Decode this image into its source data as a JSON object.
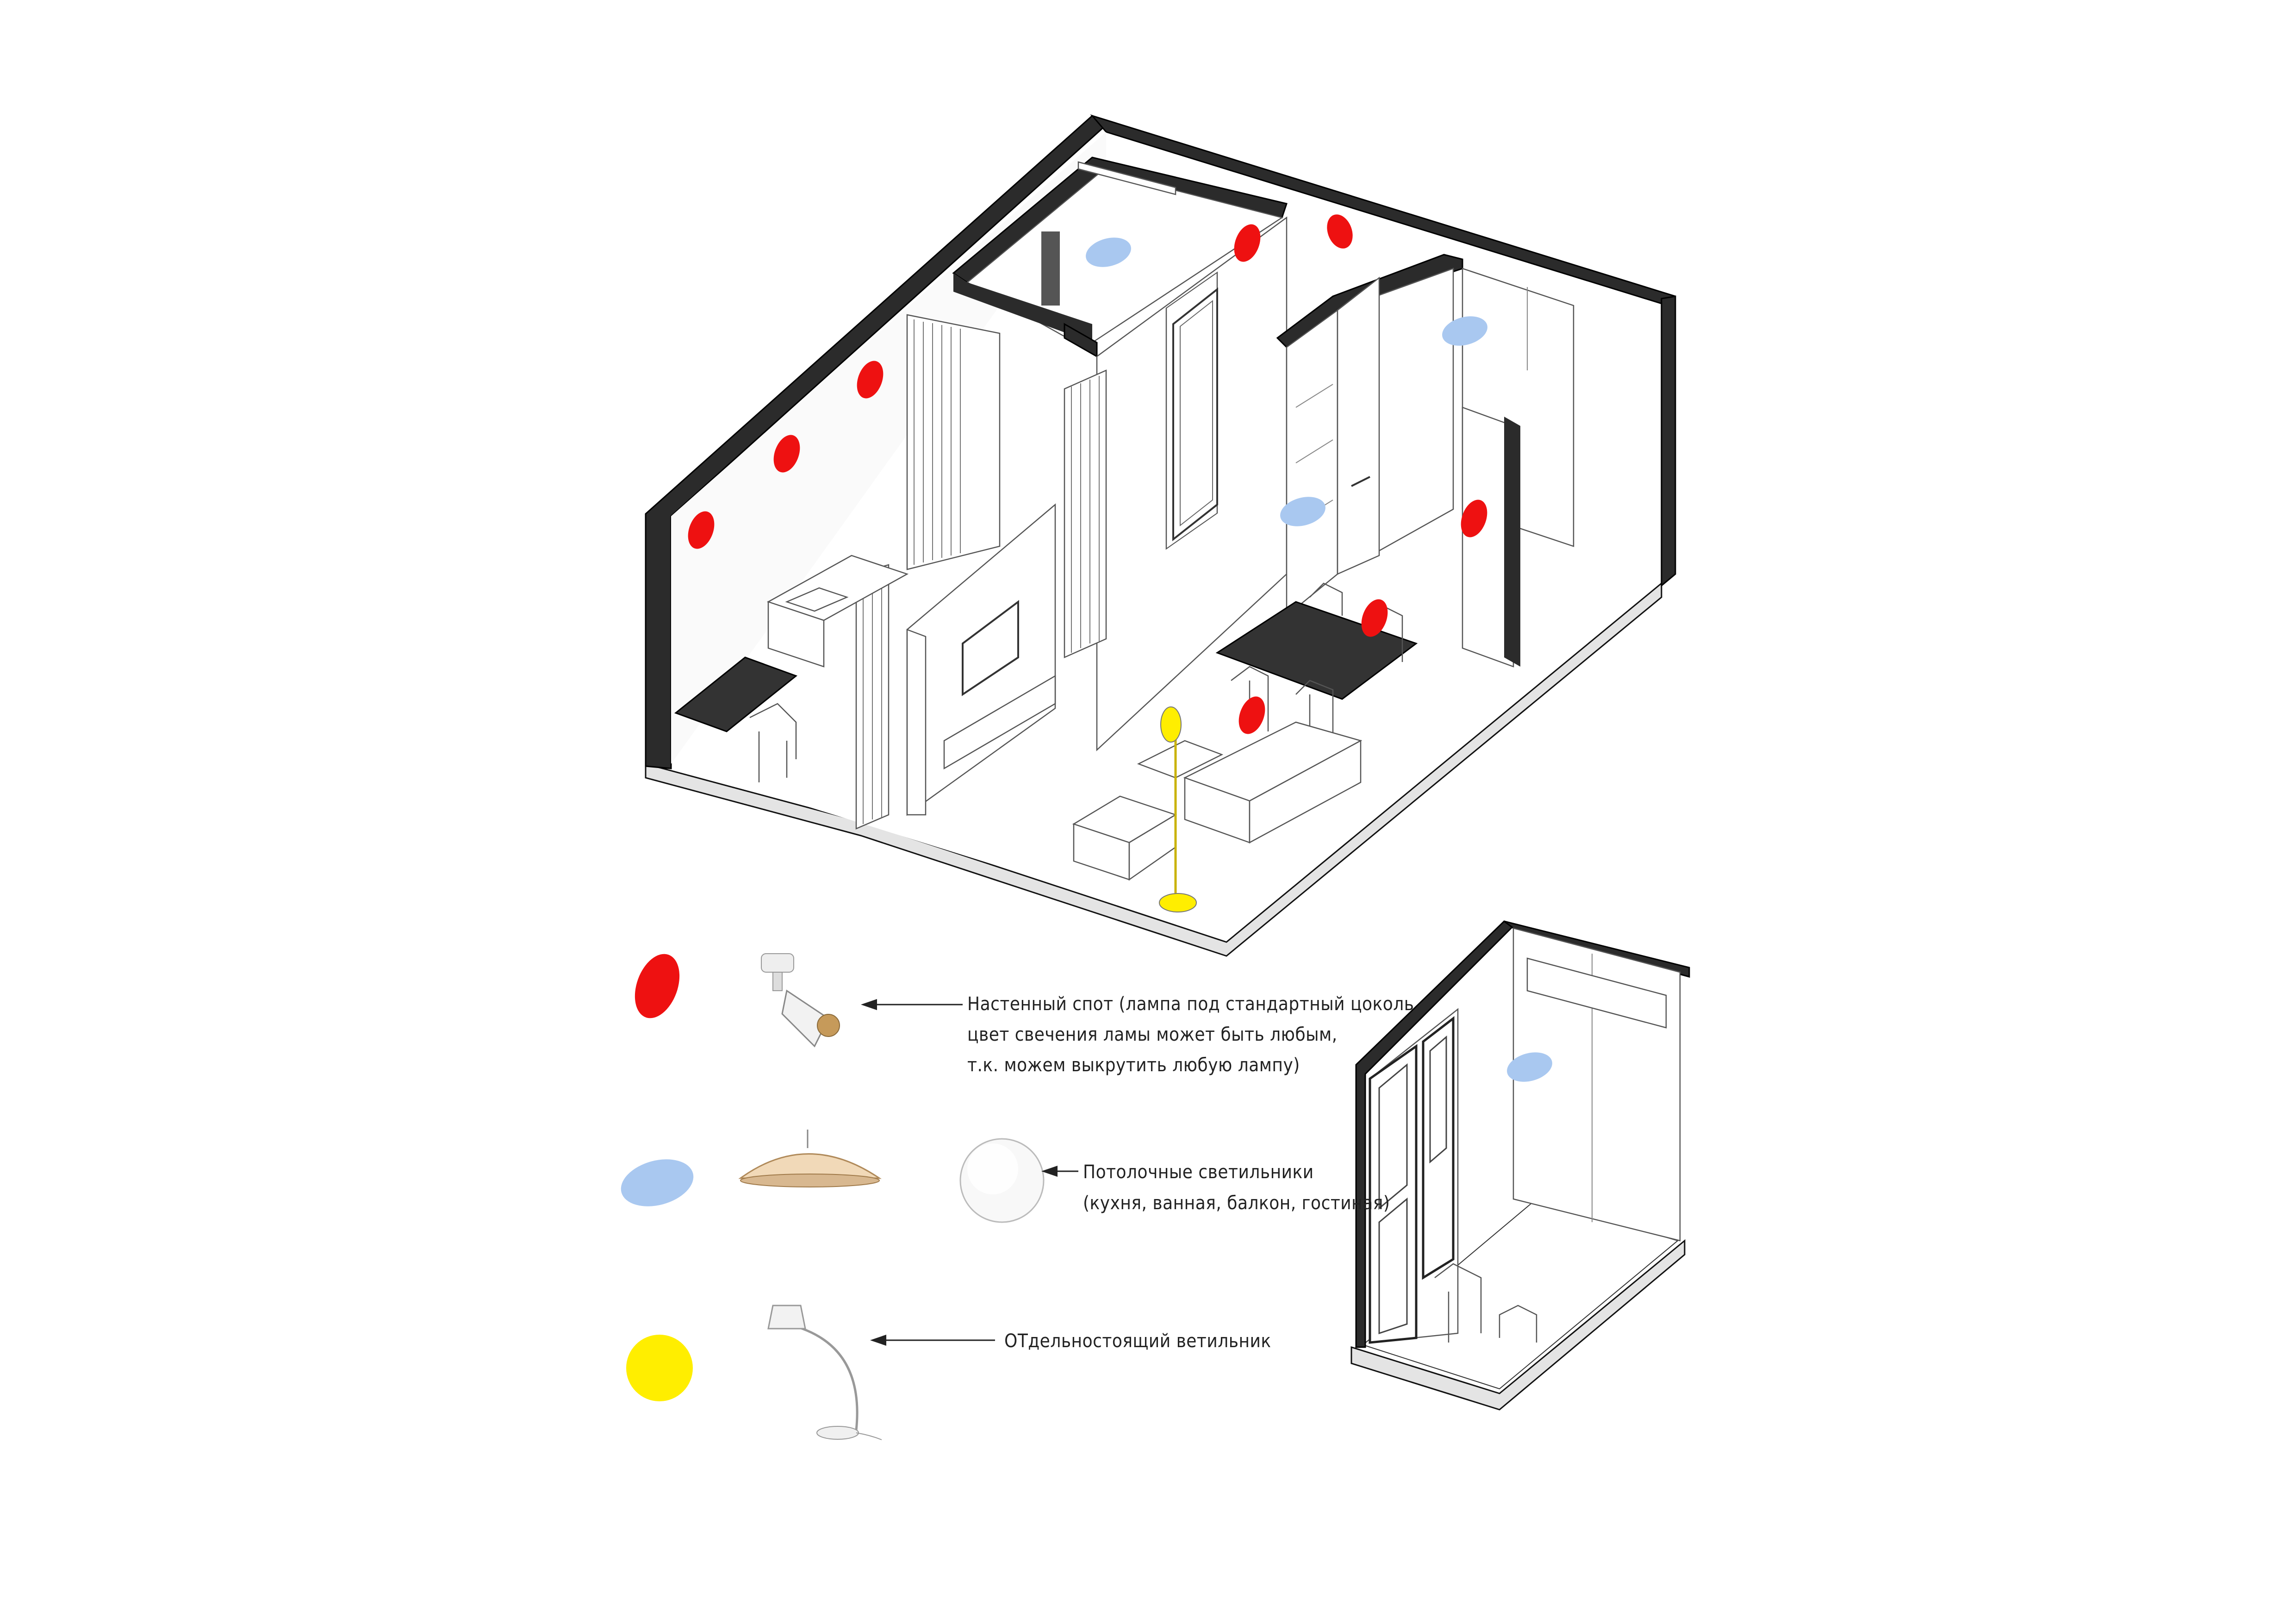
{
  "colors": {
    "wall_spot": "#ee1111",
    "ceiling_light": "#a9c8f0",
    "floor_lamp": "#ffee00",
    "wall_fill": "#2b2b2b",
    "table_fill": "#333333",
    "floor_slab": "#e4e4e4"
  },
  "legend": {
    "wall_spot": {
      "icon": "wall-spot-lamp-icon",
      "line1": "Настенный спот (лампа под стандартный цоколь",
      "line2": "цвет свечения ламы может быть любым,",
      "line3": "т.к. можем выкрутить любую лампу)"
    },
    "ceiling": {
      "icon1": "pendant-dome-lamp-icon",
      "icon2": "ceiling-globe-lamp-icon",
      "line1": "Потолочные светильники",
      "line2": "(кухня, ванная, балкон, гостиная)"
    },
    "floor_lamp": {
      "icon": "arc-floor-lamp-icon",
      "line1": "ОТдельностоящий ветильник"
    }
  }
}
